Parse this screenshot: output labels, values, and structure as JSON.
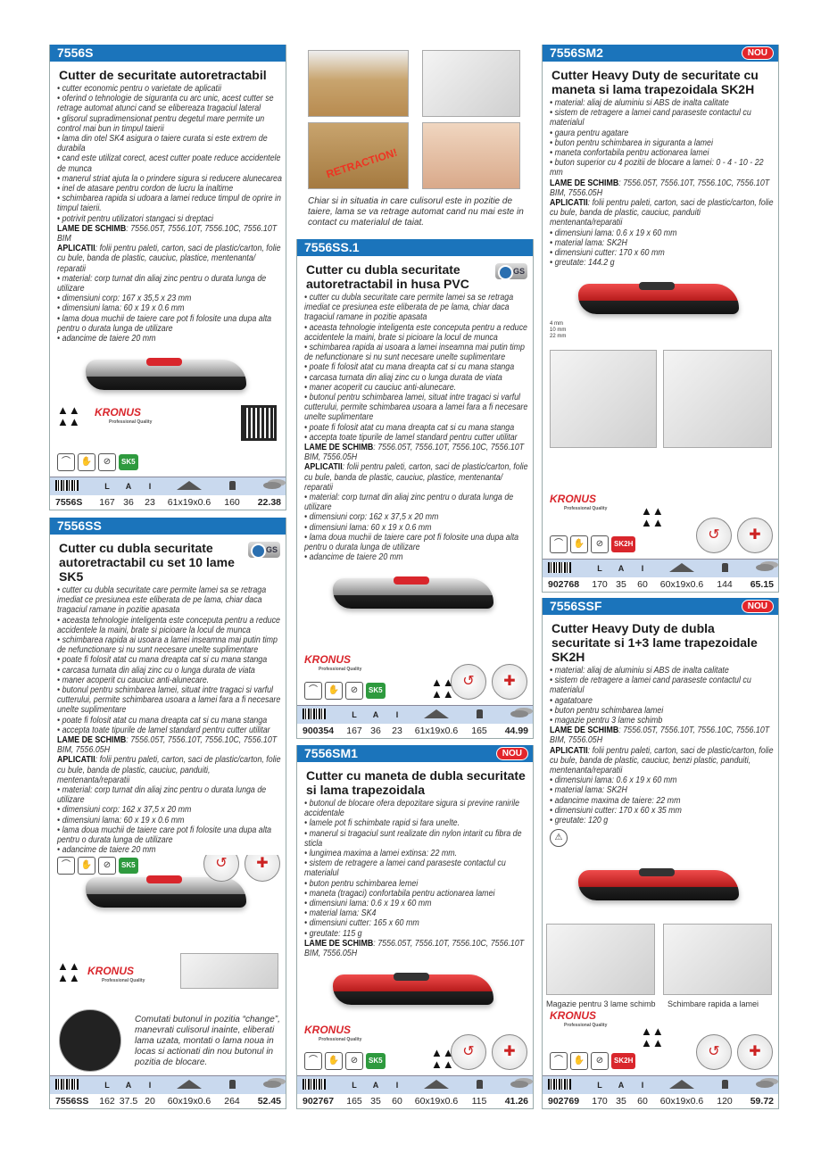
{
  "spec_headers": {
    "length": "L",
    "width": "A",
    "height": "I"
  },
  "accent_color": "#1b74bb",
  "badge_new": "NOU",
  "brand": {
    "name": "KRONUS",
    "tagline": "Professional Quality"
  },
  "middle_top": {
    "photo_text": "RETRACTION!",
    "caption": "Chiar si in situatia in care culisorul este in pozitie de taiere, lama se va retrage automat cand nu mai este in contact cu materialul de taiat."
  },
  "products": [
    {
      "code": "7556S",
      "new": false,
      "gs": false,
      "title": "Cutter de securitate autoretractabil",
      "lines": [
        "• cutter economic pentru o varietate de aplicatii",
        "• oferind o tehnologie de siguranta cu arc unic, acest cutter se retrage automat atunci cand se elibereaza tragaciul lateral",
        "• glisorul supradimensionat pentru degetul mare permite un control mai bun in timpul taierii",
        "• lama din otel SK4 asigura o taiere curata si este extrem de durabila",
        "• cand este utilizat corect, acest cutter poate reduce accidentele de munca",
        "• manerul striat ajuta la o prindere sigura si reducere alunecarea",
        "• inel de atasare pentru cordon de lucru la inaltime",
        "• schimbarea rapida si udoara a lamei reduce timpul de oprire in timpul taierii.",
        "• potrivit pentru utilizatori stangaci si dreptaci",
        {
          "b": "LAME DE SCHIMB",
          "t": ": 7556.05T, 7556.10T, 7556.10C, 7556.10T BIM"
        },
        {
          "b": "APLICATII",
          "t": ": folii pentru paleti, carton, saci de plastic/carton, folie cu bule, banda de plastic, cauciuc, plastice, mentenanta/ reparatii"
        },
        "• material: corp turnat din aliaj zinc pentru o durata lunga de utilizare",
        "• dimensiuni corp: 167 x 35,5 x 23 mm",
        "• dimensiuni lama: 60 x 19 x 0.6 mm",
        "• lama doua muchii de taiere care pot fi folosite una dupa alta pentru o durata lunga de utilizare",
        "• adancime de taiere 20 mm"
      ],
      "badge": "SK5",
      "badge_color": "#2e9a3e",
      "spec": {
        "code": "7556S",
        "length": "167",
        "width": "36",
        "height": "23",
        "blade": "61x19x0.6",
        "weight": "160",
        "price": "22.38"
      }
    },
    {
      "code": "7556SS",
      "new": false,
      "gs": true,
      "title": "Cutter cu dubla securitate autoretractabil cu set 10 lame SK5",
      "lines": [
        "• cutter cu dubla securitate care permite lamei sa se retraga imediat ce presiunea este eliberata de pe lama, chiar daca tragaciul ramane in pozitie apasata",
        "• aceasta tehnologie inteligenta este conceputa pentru a reduce accidentele la maini, brate si picioare la locul de munca",
        "• schimbarea rapida ai usoara a lamei inseamna mai putin timp de nefunctionare si nu sunt necesare unelte suplimentare",
        "• poate fi folosit atat cu mana dreapta cat si cu mana stanga",
        "• carcasa turnata din aliaj zinc cu o lunga durata de viata",
        "• maner acoperit cu cauciuc anti-alunecare.",
        "• butonul pentru schimbarea lamei, situat intre tragaci si varful cutterului, permite schimbarea usoara a lamei fara a fi necesare unelte suplimentare",
        "• poate fi folosit atat cu mana dreapta cat si cu mana stanga",
        "• accepta toate tipurile de lamel standard pentru cutter utilitar",
        {
          "b": "LAME DE SCHIMB",
          "t": ": 7556.05T, 7556.10T, 7556.10C, 7556.10T BIM, 7556.05H"
        },
        {
          "b": "APLICATII",
          "t": ": folii pentru paleti, carton, saci de plastic/carton, folie cu bule, banda de plastic, cauciuc, panduiti, mentenanta/reparatii"
        },
        "• material: corp turnat din aliaj zinc pentru o durata lunga de utilizare",
        "• dimensiuni corp: 162 x 37,5 x 20 mm",
        "• dimensiuni lama: 60 x 19 x 0.6 mm",
        "• lama doua muchii de taiere care pot fi folosite una dupa alta pentru o durata lunga de utilizare",
        "• adancime de taiere 20 mm"
      ],
      "badge": "SK5",
      "badge_color": "#2e9a3e",
      "note": "Comutati butonul in pozitia “change”, manevrati culisorul inainte, eliberati lama uzata, montati o lama noua in locas si actionati din nou butonul in pozitia de blocare.",
      "spec": {
        "code": "7556SS",
        "length": "162",
        "width": "37.5",
        "height": "20",
        "blade": "60x19x0.6",
        "weight": "264",
        "price": "52.45"
      }
    },
    {
      "code": "7556SS.1",
      "new": false,
      "gs": true,
      "title": "Cutter cu dubla securitate autoretractabil in husa PVC",
      "lines": [
        "• cutter cu dubla securitate care permite lamei sa se retraga imediat ce presiunea este eliberata de pe lama, chiar daca tragaciul ramane in pozitie apasata",
        "• aceasta tehnologie inteligenta este conceputa pentru a reduce accidentele la maini, brate si picioare la locul de munca",
        "• schimbarea rapida ai usoara a lamei inseamna mai putin timp de nefunctionare si nu sunt necesare unelte suplimentare",
        "• poate fi folosit atat cu mana dreapta cat si cu mana stanga",
        "• carcasa turnata din aliaj zinc cu o lunga durata de viata",
        "• maner acoperit cu cauciuc anti-alunecare.",
        "• butonul pentru schimbarea lamei, situat intre tragaci si varful cutterului, permite schimbarea usoara a lamei fara a fi necesare unelte suplimentare",
        "• poate fi folosit atat cu mana dreapta cat si cu mana stanga",
        "• accepta toate tipurile de lamel standard pentru cutter utilitar",
        {
          "b": "LAME DE SCHIMB",
          "t": ": 7556.05T, 7556.10T, 7556.10C, 7556.10T BIM, 7556.05H"
        },
        {
          "b": "APLICATII",
          "t": ": folii pentru paleti, carton, saci de plastic/carton, folie cu bule, banda de plastic, cauciuc, plastice, mentenanta/ reparatii"
        },
        "• material: corp turnat din aliaj zinc pentru o durata lunga de utilizare",
        "• dimensiuni corp: 162 x 37,5 x 20 mm",
        "• dimensiuni lama: 60 x 19 x 0.6 mm",
        "• lama doua muchii de taiere care pot fi folosite una dupa alta pentru o durata lunga de utilizare",
        "• adancime de taiere 20 mm"
      ],
      "badge": "SK5",
      "badge_color": "#2e9a3e",
      "spec": {
        "code": "900354",
        "length": "167",
        "width": "36",
        "height": "23",
        "blade": "61x19x0.6",
        "weight": "165",
        "price": "44.99"
      }
    },
    {
      "code": "7556SM1",
      "new": true,
      "gs": false,
      "title": "Cutter cu maneta de dubla securitate si lama trapezoidala",
      "lines": [
        "• butonul de blocare ofera depozitare sigura si previne ranirile accidentale",
        "• lamele pot fi schimbate rapid si fara unelte.",
        "• manerul si tragaciul sunt realizate din nylon intarit cu fibra de sticla",
        "• lungimea maxima a lamei extinsa: 22 mm.",
        "• sistem de retragere a lamei cand paraseste contactul cu materialul",
        "• buton pentru schimbarea lemei",
        "• maneta (tragaci) confortabila pentru actionarea lamei",
        "• dimensiuni lama: 0.6 x 19 x 60 mm",
        "• material lama: SK4",
        "• dimensiuni cutter: 165 x 60 mm",
        "• greutate: 115 g",
        {
          "b": "LAME DE SCHIMB",
          "t": ": 7556.05T, 7556.10T, 7556.10C, 7556.10T BIM, 7556.05H"
        }
      ],
      "badge": "SK5",
      "badge_color": "#2e9a3e",
      "spec": {
        "code": "902767",
        "length": "165",
        "width": "35",
        "height": "60",
        "blade": "60x19x0.6",
        "weight": "115",
        "price": "41.26"
      }
    },
    {
      "code": "7556SM2",
      "new": true,
      "gs": false,
      "title": "Cutter Heavy Duty de securitate cu maneta si lama trapezoidala SK2H",
      "lines": [
        "• material: aliaj de aluminiu si ABS de inalta calitate",
        "• sistem de retragere a lamei cand paraseste contactul cu materialul",
        "• gaura pentru agatare",
        "• buton pentru schimbarea in siguranta a lamei",
        "• maneta confortabila pentru actionarea lamei",
        "• buton superior cu 4 pozitii de blocare a lamei: 0 - 4 - 10 - 22 mm",
        {
          "b": "LAME DE SCHIMB",
          "t": ": 7556.05T, 7556.10T, 7556.10C, 7556.10T BIM, 7556.05H"
        },
        {
          "b": "APLICATII",
          "t": ": folii pentru paleti, carton, saci de plastic/carton, folie cu bule, banda de plastic, cauciuc, panduiti mentenanta/reparatii"
        },
        "• dimensiuni lama: 0.6 x 19 x 60 mm",
        "• material lama: SK2H",
        "• dimensiuni cutter: 170 x 60 mm",
        "• greutate: 144.2 g"
      ],
      "badge": "SK2H",
      "badge_color": "#d9262c",
      "dims": [
        "4 mm",
        "10 mm",
        "22 mm"
      ],
      "spec": {
        "code": "902768",
        "length": "170",
        "width": "35",
        "height": "60",
        "blade": "60x19x0.6",
        "weight": "144",
        "price": "65.15"
      }
    },
    {
      "code": "7556SSF",
      "new": true,
      "gs": false,
      "title": "Cutter Heavy Duty de dubla securitate si 1+3 lame trapezoidale SK2H",
      "lines": [
        "• material: aliaj de aluminiu si ABS de inalta calitate",
        "• sistem de retragere a lamei cand paraseste contactul cu materialul",
        "• agatatoare",
        "• buton pentru schimbarea lamei",
        "• magazie pentru 3 lame schimb",
        {
          "b": "LAME DE SCHIMB",
          "t": ": 7556.05T, 7556.10T, 7556.10C, 7556.10T BIM, 7556.05H"
        },
        {
          "b": "APLICATII",
          "t": ": folii pentru paleti, carton, saci de plastic/carton, folie cu bule, banda de plastic, cauciuc, benzi plastic, panduiti, mentenanta/reparatii"
        },
        "• dimensiuni lama: 0.6 x 19 x 60 mm",
        "• material lama: SK2H",
        "• adancime maxima de taiere: 22 mm",
        "• dimensiuni cutter: 170 x 60 x 35 mm",
        "• greutate: 120 g"
      ],
      "badge": "SK2H",
      "badge_color": "#d9262c",
      "photo_captions": [
        "Magazie pentru 3 lame schimb",
        "Schimbare rapida a lamei"
      ],
      "spec": {
        "code": "902769",
        "length": "170",
        "width": "35",
        "height": "60",
        "blade": "60x19x0.6",
        "weight": "120",
        "price": "59.72"
      }
    }
  ]
}
